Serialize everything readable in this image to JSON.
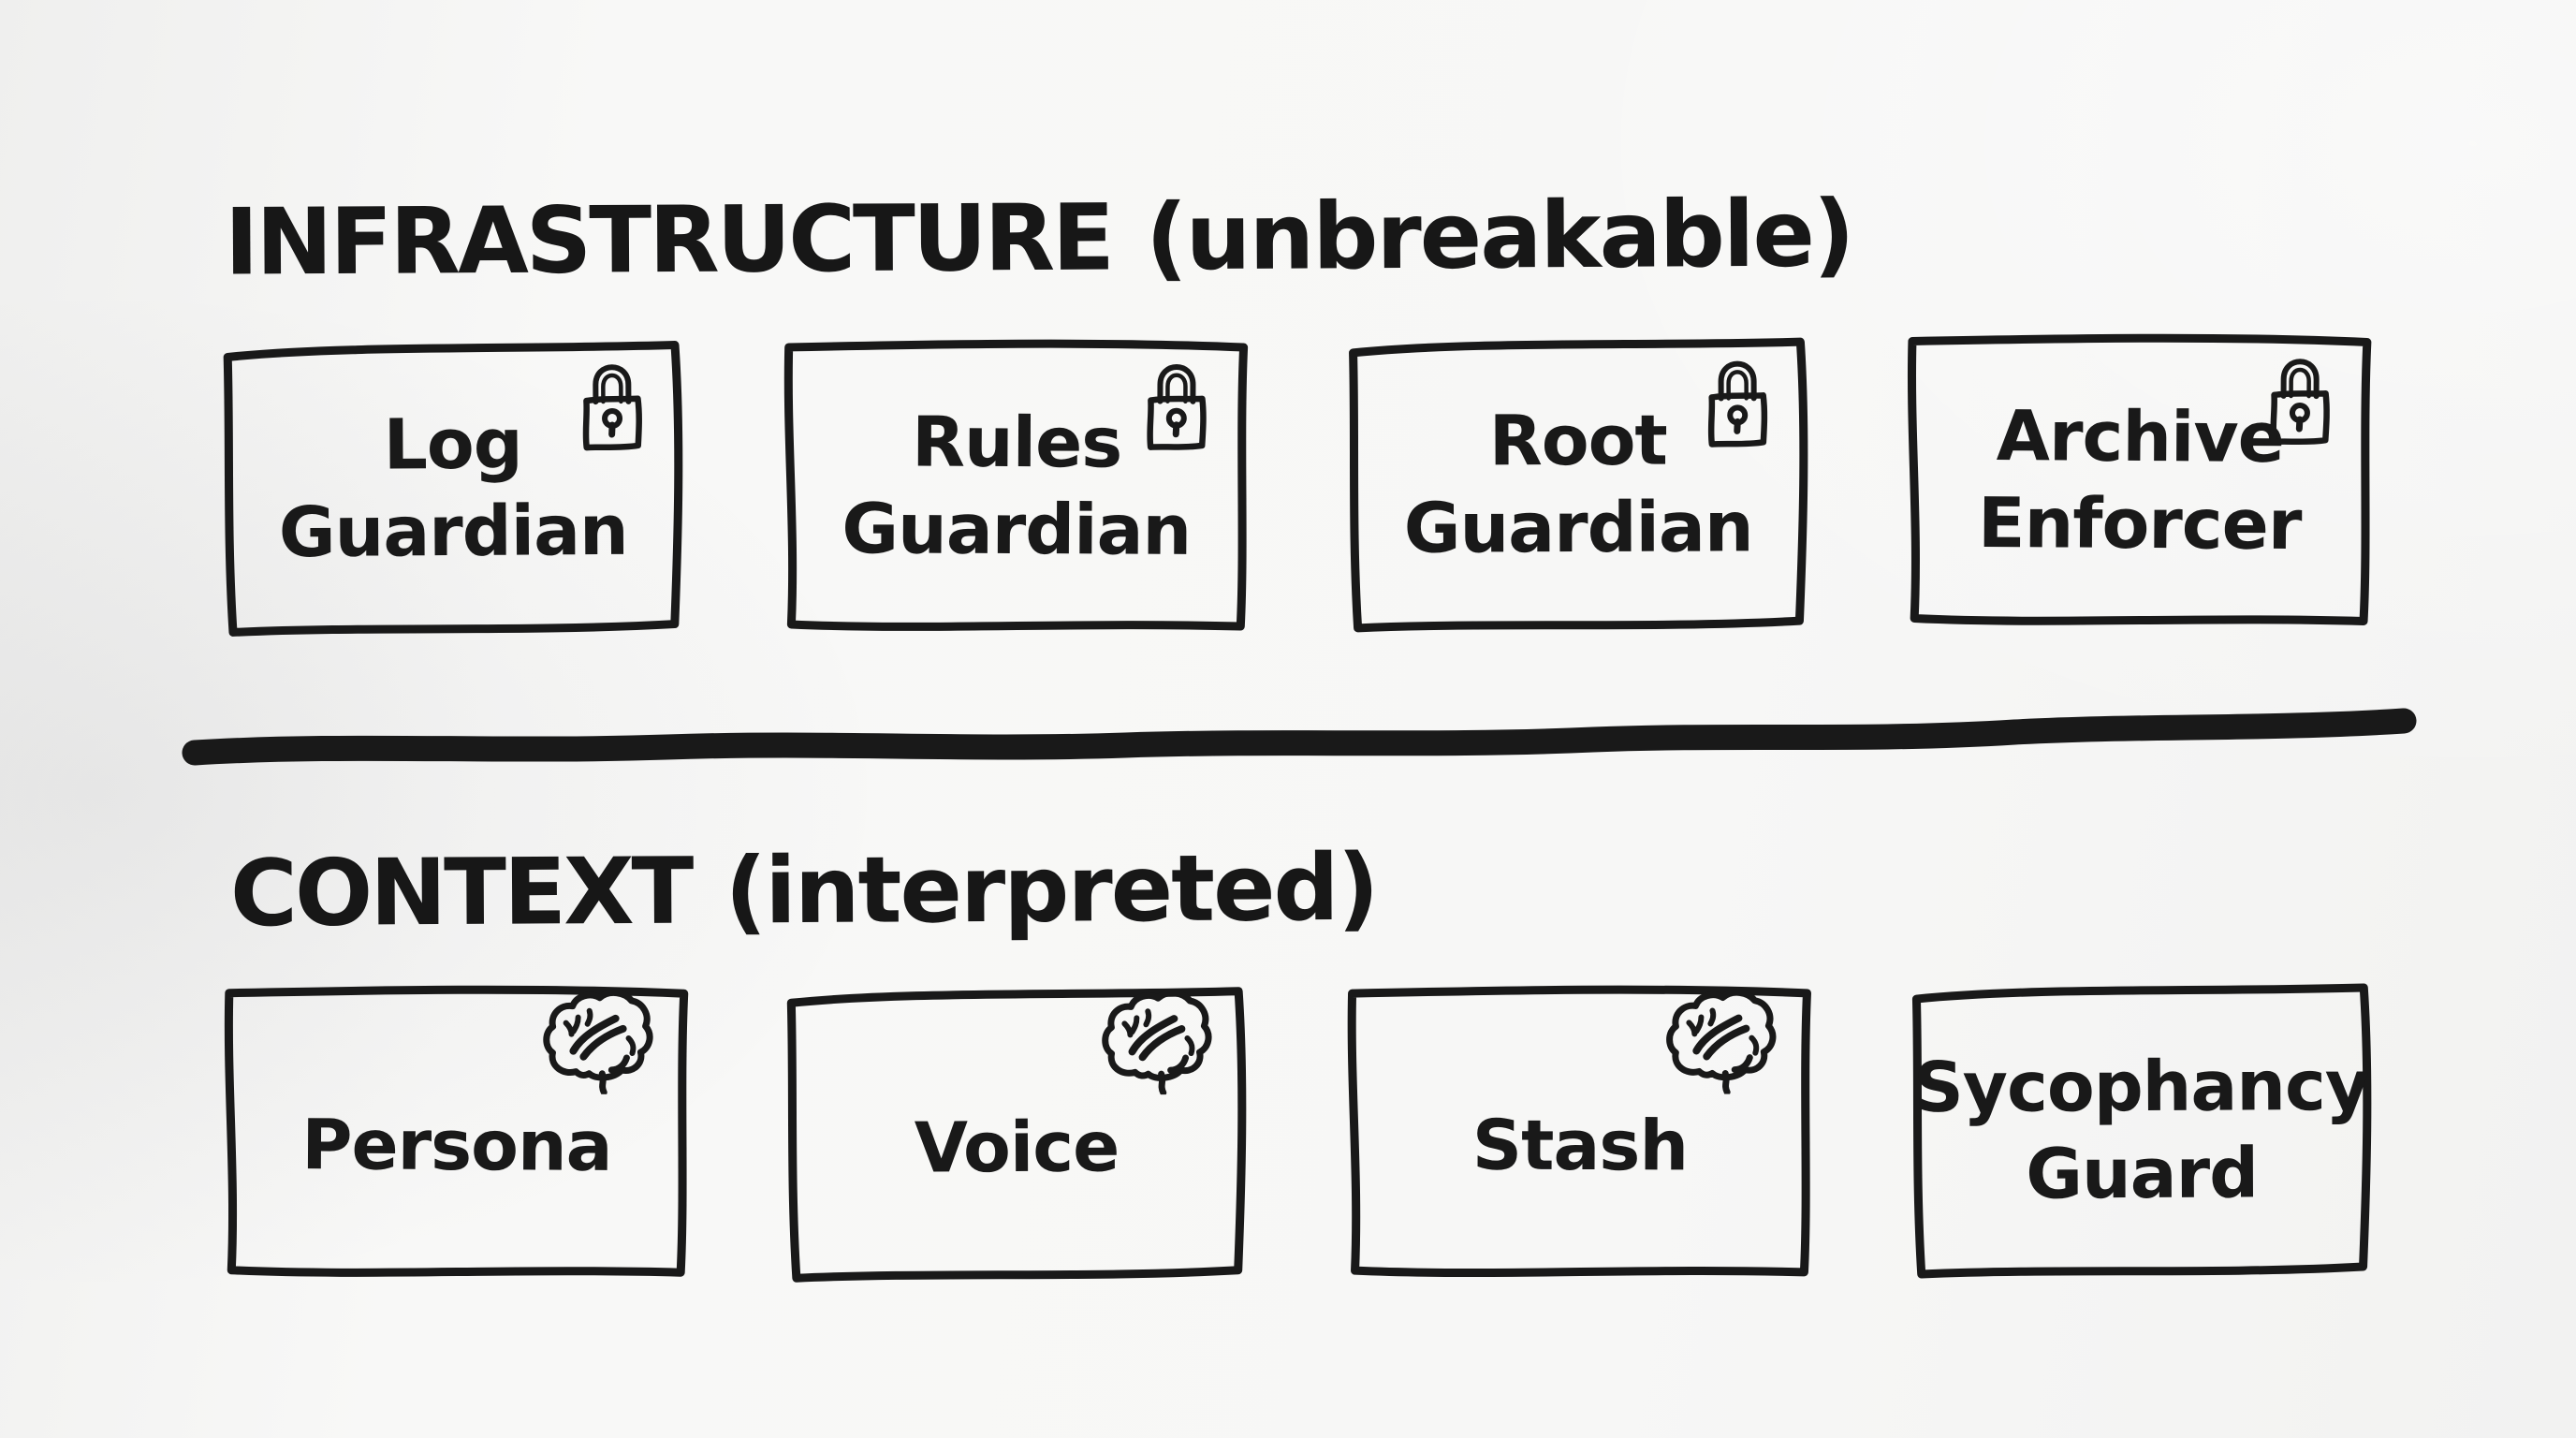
{
  "meta": {
    "style": "hand-drawn marker diagram on paper",
    "ink_color": "#1a1a1a",
    "paper_color": "#f7f7f6"
  },
  "sections": [
    {
      "title": "INFRASTRUCTURE",
      "subtitle": "(unbreakable)",
      "cards": [
        {
          "label": "Log Guardian",
          "line1": "Log",
          "line2": "Guardian",
          "icon": "lock-icon"
        },
        {
          "label": "Rules Guardian",
          "line1": "Rules",
          "line2": "Guardian",
          "icon": "lock-icon"
        },
        {
          "label": "Root Guardian",
          "line1": "Root",
          "line2": "Guardian",
          "icon": "lock-icon"
        },
        {
          "label": "Archive Enforcer",
          "line1": "Archive",
          "line2": "Enforcer",
          "icon": "lock-icon"
        }
      ]
    },
    {
      "title": "CONTEXT",
      "subtitle": "(interpreted)",
      "cards": [
        {
          "label": "Persona",
          "line1": "Persona",
          "line2": "",
          "icon": "brain-icon"
        },
        {
          "label": "Voice",
          "line1": "Voice",
          "line2": "",
          "icon": "brain-icon"
        },
        {
          "label": "Stash",
          "line1": "Stash",
          "line2": "",
          "icon": "brain-icon"
        },
        {
          "label": "Sycophancy Guard",
          "line1": "Sycophancy",
          "line2": "Guard",
          "icon": null
        }
      ]
    }
  ]
}
